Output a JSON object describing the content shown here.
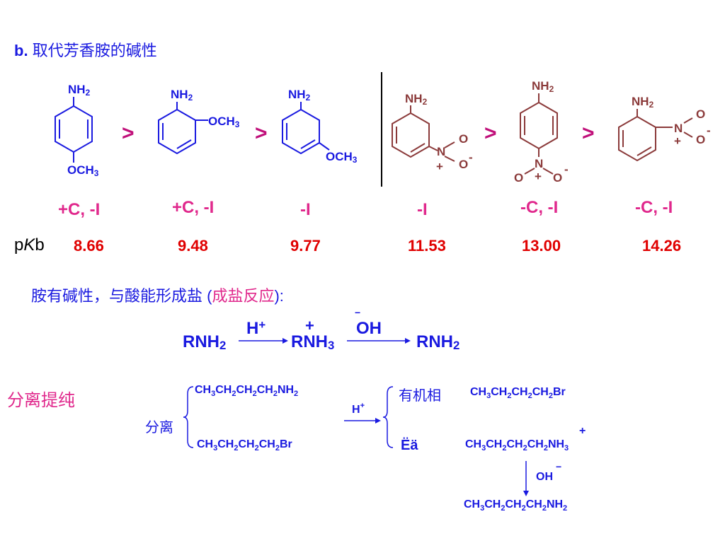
{
  "heading": {
    "prefix": "b.",
    "text": "取代芳香胺的碱性"
  },
  "molecules": {
    "nh2": "NH",
    "och3": "OCH",
    "sub2": "2",
    "sub3": "3",
    "n": "N",
    "o": "O",
    "plus": "+",
    "minus": "-"
  },
  "comparison": {
    "gt": ">"
  },
  "effects": [
    "+C, -I",
    "+C, -I",
    "-I",
    "-I",
    "-C, -I",
    "-C, -I"
  ],
  "pkb": {
    "label_p": "p",
    "label_k": "K",
    "label_b": "b",
    "values": [
      "8.66",
      "9.48",
      "9.77",
      "11.53",
      "13.00",
      "14.26"
    ]
  },
  "salt": {
    "intro": "胺有碱性，与酸能形成盐 (",
    "highlight": "成盐反应",
    "outro": "):",
    "rnh2_left": "RNH",
    "acid": "H",
    "rnh3": "RNH",
    "base": "OH",
    "rnh2_right": "RNH"
  },
  "separation": {
    "title": "分离提纯",
    "mixture_label": "分离",
    "amine": "CH3CH2CH2CH2NH2",
    "bromide": "CH3CH2CH2CH2Br",
    "acid_label": "H",
    "organic_phase_label": "有机相",
    "organic_product": "CH3CH2CH2CH2Br",
    "aqueous_label": "Ëä",
    "aqueous_product": "CH3CH2CH2CH2NH3",
    "base_label": "OH",
    "final_product": "CH3CH2CH2CH2NH2"
  },
  "colors": {
    "blue": "#1a1ae0",
    "brown": "#8b3a3a",
    "red": "#e00000",
    "pink": "#e0288c",
    "magenta": "#c0107a"
  }
}
